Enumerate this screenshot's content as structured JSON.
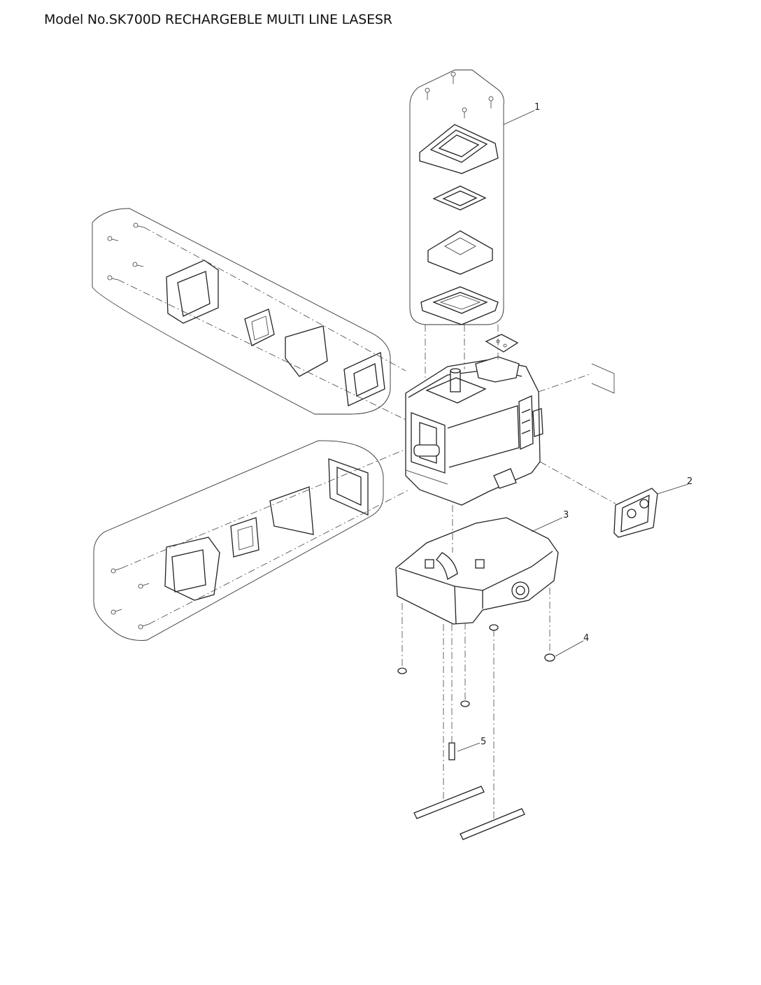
{
  "title": "Model No.SK700D RECHARGEBLE MULTI LINE LASESR",
  "callouts": [
    "1",
    "2",
    "3",
    "4",
    "5"
  ]
}
